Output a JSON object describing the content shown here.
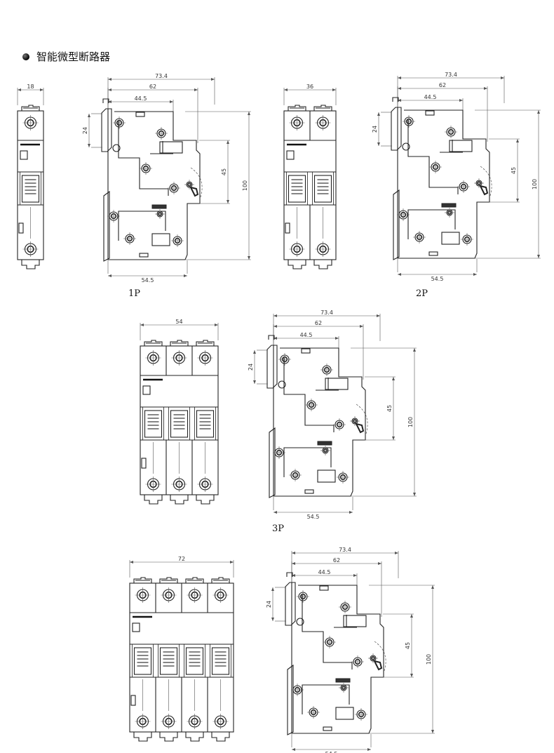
{
  "title": "智能微型断路器",
  "dims": {
    "overall": "73.4",
    "mid": "62",
    "short": "44.5",
    "bottom": "54.5",
    "height": "100",
    "reach": "45",
    "lever": "24"
  },
  "variants": [
    {
      "label": "1P",
      "poles": 1,
      "width": "18"
    },
    {
      "label": "2P",
      "poles": 2,
      "width": "36"
    },
    {
      "label": "3P",
      "poles": 3,
      "width": "54"
    },
    {
      "label": "",
      "poles": 4,
      "width": "72"
    }
  ]
}
